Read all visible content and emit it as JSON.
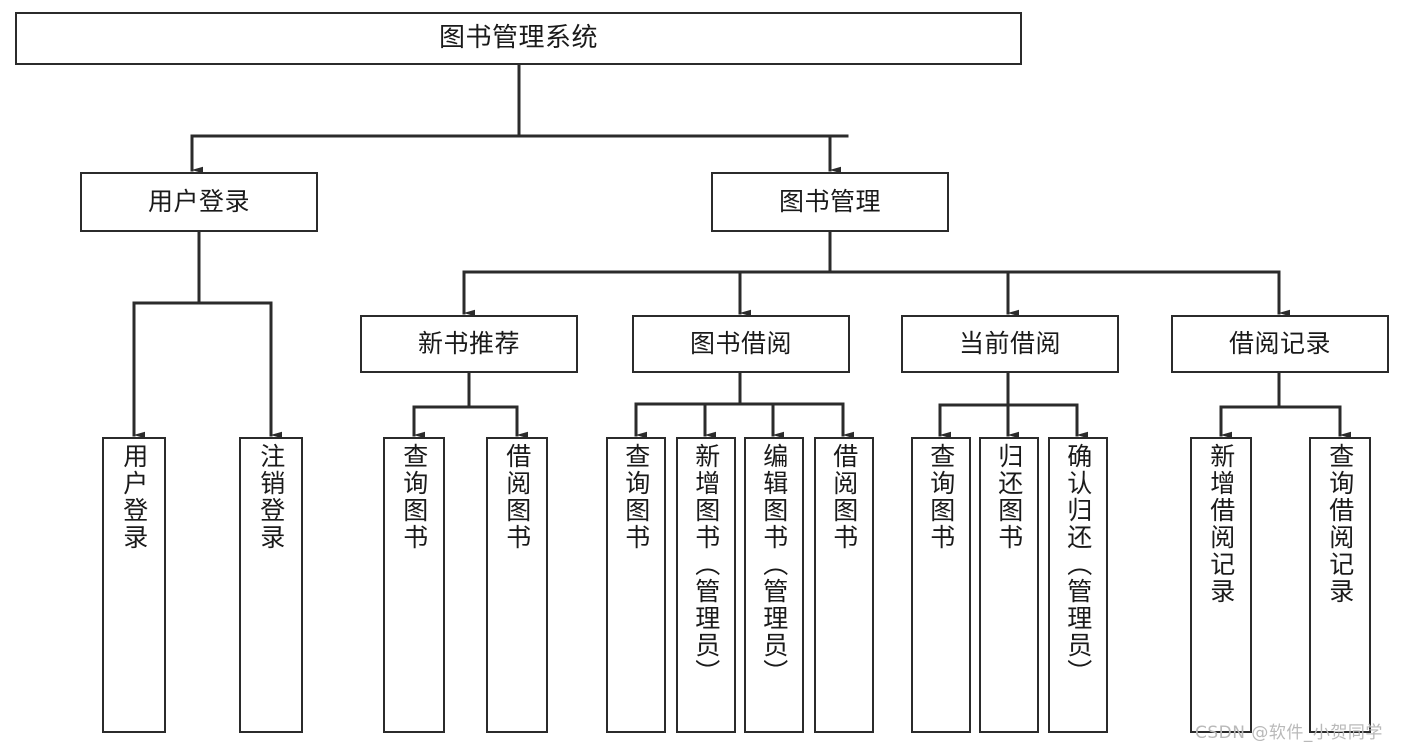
{
  "diagram": {
    "title": "图书管理系统",
    "type": "tree-hierarchy-diagram",
    "watermark": "CSDN @软件_小贺同学",
    "colors": {
      "stroke": "#2b2b2b",
      "fill": "#ffffff",
      "text": "#1a1a1a",
      "watermark": "#b9b9b9"
    },
    "nodes": {
      "root": {
        "label": "图书管理系统"
      },
      "level2": [
        {
          "id": "user-login",
          "label": "用户登录"
        },
        {
          "id": "book-manage",
          "label": "图书管理"
        }
      ],
      "level3": [
        {
          "id": "new-book-rec",
          "label": "新书推荐"
        },
        {
          "id": "book-borrow",
          "label": "图书借阅"
        },
        {
          "id": "current-borrow",
          "label": "当前借阅"
        },
        {
          "id": "borrow-record",
          "label": "借阅记录"
        }
      ],
      "leaves": [
        {
          "id": "leaf-user-login",
          "label": "用户登录",
          "parent": "user-login"
        },
        {
          "id": "leaf-logout-login",
          "label": "注销登录",
          "parent": "user-login"
        },
        {
          "id": "leaf-query-book-1",
          "label": "查询图书",
          "parent": "new-book-rec"
        },
        {
          "id": "leaf-borrow-book-1",
          "label": "借阅图书",
          "parent": "new-book-rec"
        },
        {
          "id": "leaf-query-book-2",
          "label": "查询图书",
          "parent": "book-borrow"
        },
        {
          "id": "leaf-add-book",
          "label": "新增图书（管理员）",
          "parent": "book-borrow"
        },
        {
          "id": "leaf-edit-book",
          "label": "编辑图书（管理员）",
          "parent": "book-borrow"
        },
        {
          "id": "leaf-borrow-book-2",
          "label": "借阅图书",
          "parent": "book-borrow"
        },
        {
          "id": "leaf-query-book-3",
          "label": "查询图书",
          "parent": "current-borrow"
        },
        {
          "id": "leaf-return-book",
          "label": "归还图书",
          "parent": "current-borrow"
        },
        {
          "id": "leaf-confirm-return",
          "label": "确认归还（管理员）",
          "parent": "current-borrow"
        },
        {
          "id": "leaf-add-record",
          "label": "新增借阅记录",
          "parent": "borrow-record"
        },
        {
          "id": "leaf-query-record",
          "label": "查询借阅记录",
          "parent": "borrow-record"
        }
      ]
    }
  }
}
